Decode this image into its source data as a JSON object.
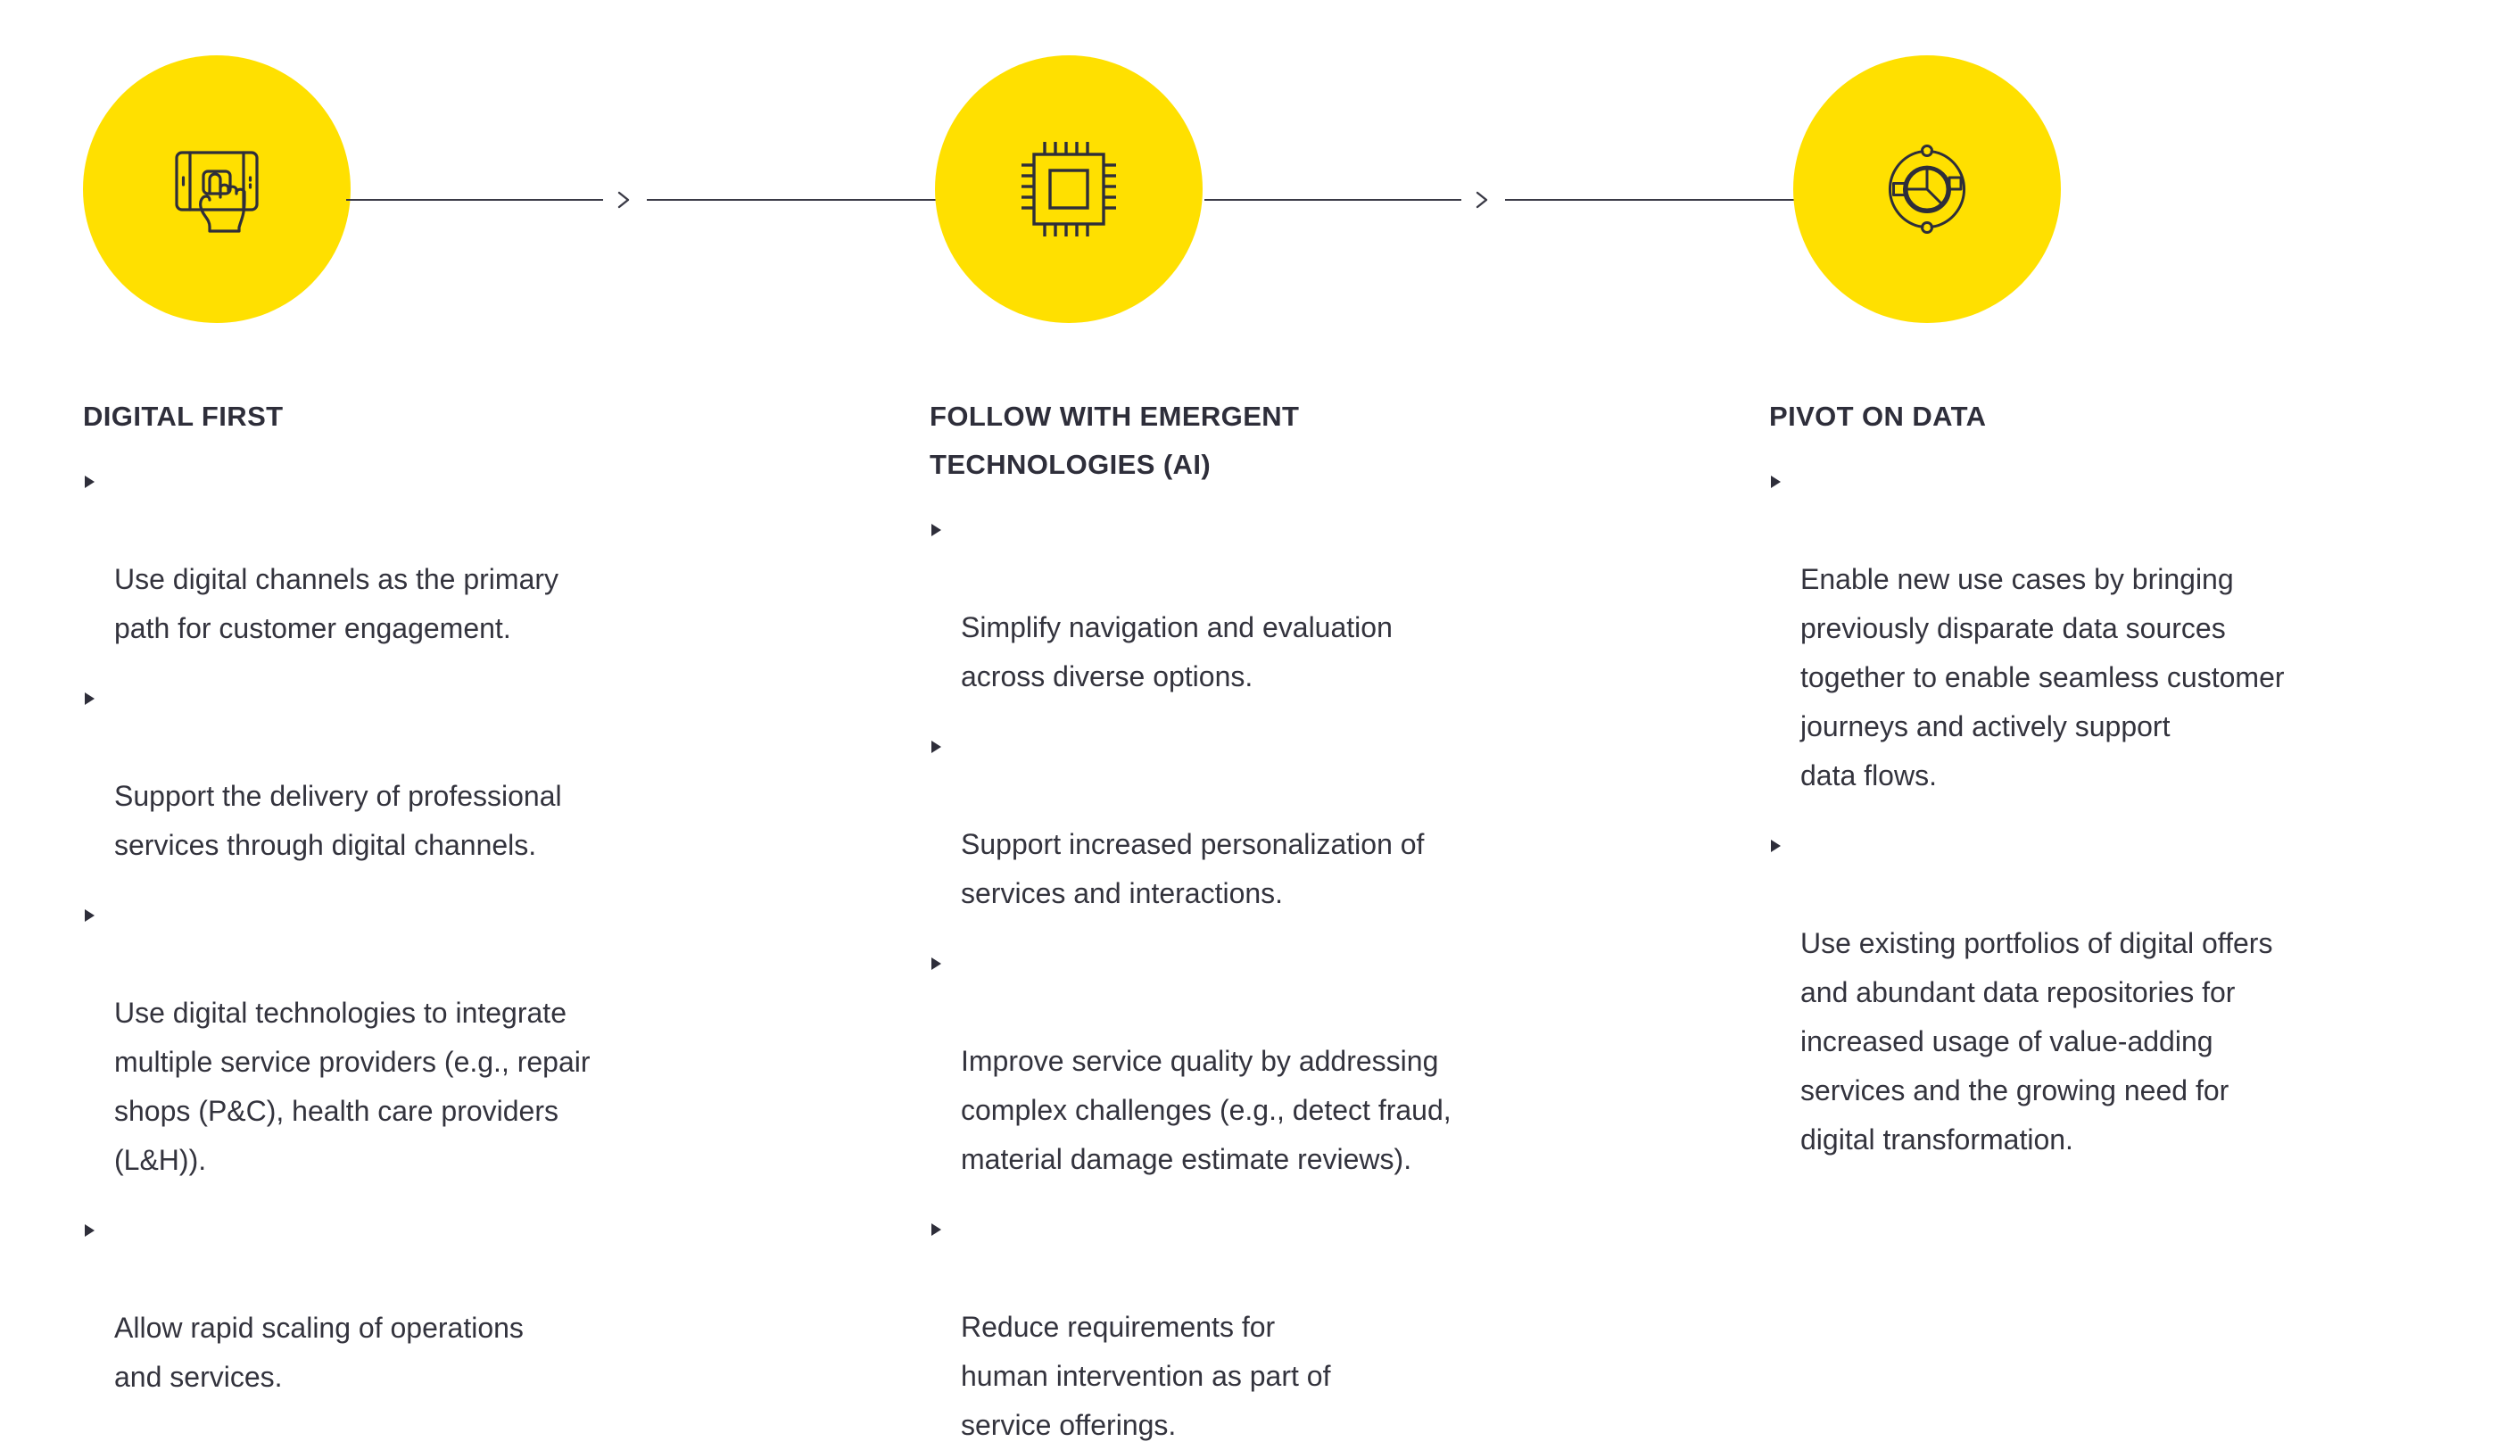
{
  "theme": {
    "accent_yellow": "#FFE000",
    "text_dark": "#2E2E3A",
    "connector_color": "#3A3A46",
    "background": "#FFFFFF"
  },
  "flow": {
    "steps": [
      {
        "icon": "touchscreen-tap-icon",
        "label": "Digital first"
      },
      {
        "icon": "microchip-cpu-icon",
        "label": "Follow with emergent technologies (AI)"
      },
      {
        "icon": "data-orbit-pie-icon",
        "label": "Pivot on data"
      }
    ],
    "connectors": [
      {
        "icon": "chevron-right-icon"
      },
      {
        "icon": "chevron-right-icon"
      }
    ]
  },
  "columns": [
    {
      "title": "DIGITAL FIRST",
      "bullets": [
        "Use digital channels as the primary\npath for customer engagement.",
        "Support the delivery of professional\nservices through digital channels.",
        "Use digital technologies to integrate\nmultiple service providers (e.g., repair\nshops (P&C), health care providers\n(L&H)).",
        "Allow rapid scaling of operations\nand services."
      ]
    },
    {
      "title": "FOLLOW WITH EMERGENT\nTECHNOLOGIES (AI)",
      "bullets": [
        "Simplify navigation and evaluation\nacross diverse options.",
        "Support increased personalization of\nservices and interactions.",
        "Improve service quality by addressing\ncomplex challenges (e.g., detect fraud,\nmaterial damage estimate reviews).",
        "Reduce requirements for\nhuman intervention as part of\nservice offerings."
      ]
    },
    {
      "title": "PIVOT ON DATA",
      "bullets": [
        "Enable new use cases by bringing\npreviously disparate data sources\ntogether to enable seamless customer\njourneys and actively support\ndata flows.",
        "Use existing portfolios of digital offers\nand abundant data repositories for\nincreased usage of value-adding\nservices and the growing need for\ndigital transformation."
      ]
    }
  ]
}
